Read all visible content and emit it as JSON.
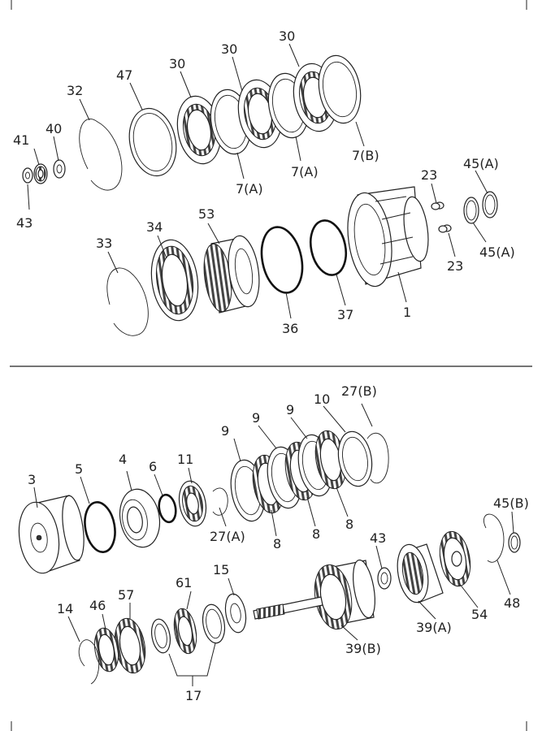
{
  "labels": {
    "l1": "1",
    "l3": "3",
    "l4": "4",
    "l5": "5",
    "l6": "6",
    "l7A": "7(A)",
    "l7A2": "7(A)",
    "l7B": "7(B)",
    "l8a": "8",
    "l8b": "8",
    "l8c": "8",
    "l9a": "9",
    "l9b": "9",
    "l9c": "9",
    "l10": "10",
    "l11": "11",
    "l14": "14",
    "l15": "15",
    "l17": "17",
    "l23a": "23",
    "l23b": "23",
    "l27A": "27(A)",
    "l27B": "27(B)",
    "l30a": "30",
    "l30b": "30",
    "l30c": "30",
    "l32": "32",
    "l33": "33",
    "l34": "34",
    "l36": "36",
    "l37": "37",
    "l39A": "39(A)",
    "l39B": "39(B)",
    "l40": "40",
    "l41": "41",
    "l43a": "43",
    "l43b": "43",
    "l45A1": "45(A)",
    "l45A2": "45(A)",
    "l45B": "45(B)",
    "l46": "46",
    "l47": "47",
    "l48": "48",
    "l53": "53",
    "l54": "54",
    "l57": "57",
    "l61": "61"
  }
}
